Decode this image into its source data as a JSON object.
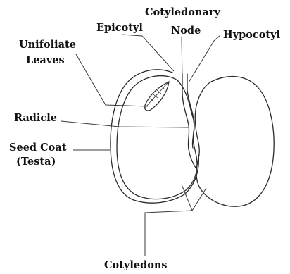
{
  "diagram": {
    "labels": {
      "cotyledonary_line1": "Cotyledonary",
      "cotyledonary_line2": "Node",
      "epicotyl": "Epicotyl",
      "hypocotyl": "Hypocotyl",
      "unifoliate_line1": "Unifoliate",
      "unifoliate_line2": "Leaves",
      "radicle": "Radicle",
      "seed_coat_line1": "Seed Coat",
      "seed_coat_line2": "(Testa)",
      "cotyledons": "Cotyledons"
    },
    "colors": {
      "line": "#2a2a2a",
      "text": "#111111",
      "background": "#ffffff"
    }
  }
}
